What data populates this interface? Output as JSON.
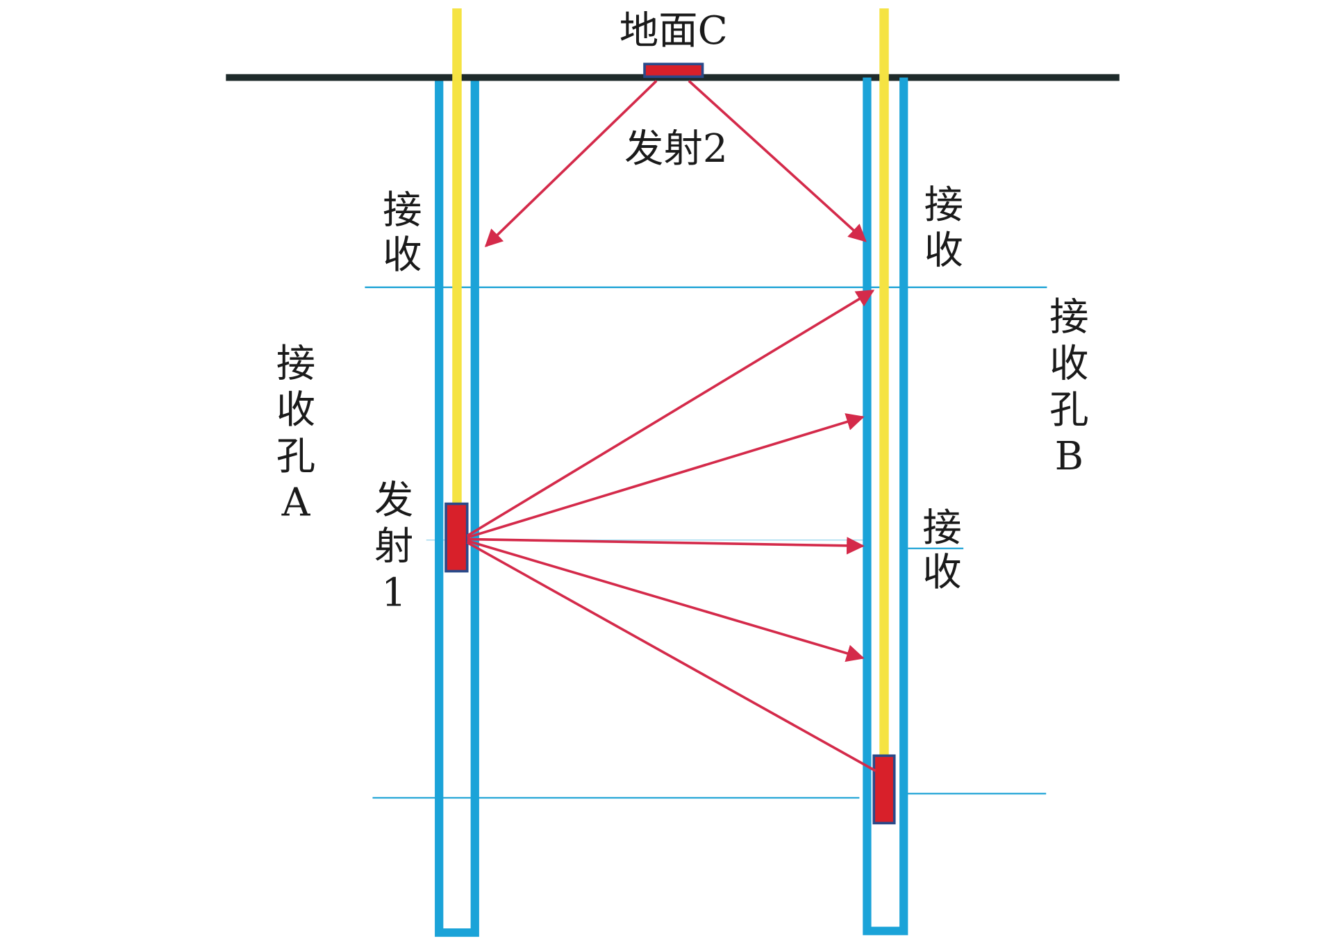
{
  "labels": {
    "ground": "地面C",
    "transmitter2": "发射2",
    "receive_a_top": [
      "接",
      "收"
    ],
    "receive_b_top": [
      "接",
      "收"
    ],
    "receive_b_mid": [
      "接",
      "收"
    ],
    "hole_a": [
      "接",
      "收",
      "孔",
      "A"
    ],
    "hole_b": [
      "接",
      "收",
      "孔",
      "B"
    ],
    "transmitter1": [
      "发",
      "射",
      "1"
    ]
  },
  "colors": {
    "ground": "#1e2a2a",
    "borehole": "#1ba3d8",
    "cable": "#f5e342",
    "transmitter": "#d8202a",
    "ray": "#d42a4a",
    "guide_line": "#2aa8d8"
  }
}
